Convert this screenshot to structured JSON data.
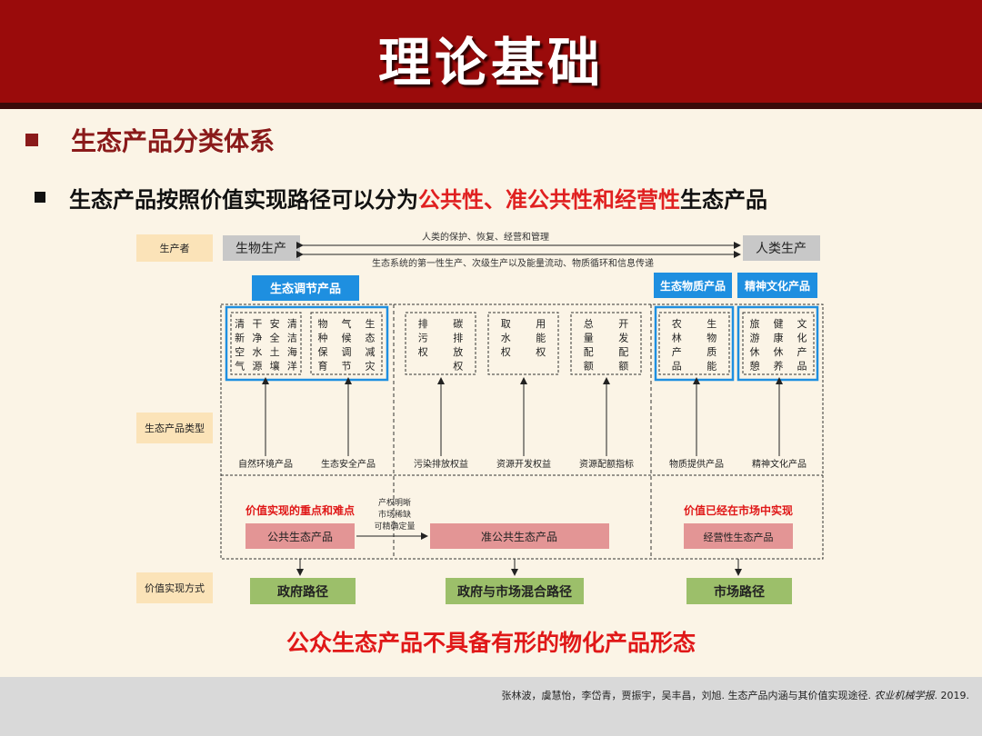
{
  "slide": {
    "title": "理论基础",
    "heading": "生态产品分类体系",
    "subheading": {
      "prefix": "生态产品按照价值实现路径可以分为",
      "highlight": "公共性、准公共性和经营性",
      "suffix": "生态产品"
    },
    "bottom_statement": "公众生态产品不具备有形的物化产品形态",
    "citation": {
      "authors": "张林波，虞慧怡，李岱青，贾振宇，吴丰昌，刘旭. 生态产品内涵与其价值实现途径.",
      "journal": "农业机械学报",
      "year": ". 2019."
    }
  },
  "diagram": {
    "row_labels": {
      "producer": "生产者",
      "types": "生态产品类型",
      "realization": "价值实现方式"
    },
    "producers": {
      "bio": "生物生产",
      "human": "人类生产"
    },
    "arrow_top_text": "人类的保护、恢复、经营和管理",
    "arrow_bottom_text": "生态系统的第一性生产、次级生产以及能量流动、物质循环和信息传递",
    "category_headers": {
      "regulating": "生态调节产品",
      "material": "生态物质产品",
      "cultural": "精神文化产品"
    },
    "boxes": [
      {
        "columns": [
          "清新空气",
          "干净水源",
          "安全土壤",
          "清洁海洋"
        ]
      },
      {
        "columns": [
          "物种保育",
          "气候调节",
          "生态减灾"
        ]
      },
      {
        "columns": [
          "排污权",
          "碳排放权"
        ]
      },
      {
        "columns": [
          "取水权",
          "用能权"
        ]
      },
      {
        "columns": [
          "总量配额",
          "开发配额"
        ]
      },
      {
        "columns": [
          "农林产品",
          "生物质能"
        ]
      },
      {
        "columns": [
          "旅游休憩",
          "健康休养",
          "文化产品"
        ]
      }
    ],
    "product_types": [
      "自然环境产品",
      "生态安全产品",
      "污染排放权益",
      "资源开发权益",
      "资源配额指标",
      "物质提供产品",
      "精神文化产品"
    ],
    "notes": {
      "public_focus": "价值实现的重点和难点",
      "market_done": "价值已经在市场中实现",
      "transition": [
        "产权明晰",
        "市场稀缺",
        "可精确定量"
      ]
    },
    "product_classes": {
      "public": "公共生态产品",
      "quasi": "准公共生态产品",
      "business": "经营性生态产品"
    },
    "paths": {
      "gov": "政府路径",
      "mixed": "政府与市场混合路径",
      "market": "市场路径"
    }
  },
  "colors": {
    "title_band": "#9a0b0b",
    "blue_header": "#1e8fe0",
    "pink_box": "#e39595",
    "green_box": "#9cbf6a",
    "gray_box": "#c8c8c8",
    "accent_red": "#e01818"
  }
}
